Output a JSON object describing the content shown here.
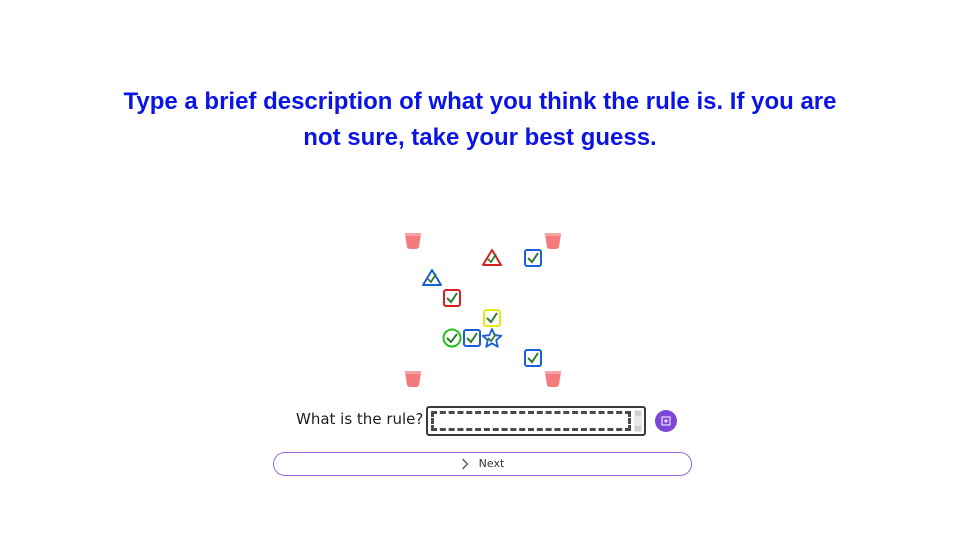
{
  "instruction": {
    "line1": "Type a brief description of what you think the rule is. If you are",
    "line2": "not sure, take your best guess."
  },
  "colors": {
    "instruction": "#0a14e6",
    "bucket": "#f47b7b",
    "accent": "#7d46d6",
    "red": "#d62020",
    "blue": "#1a5fd6",
    "green": "#22c21e",
    "yellow": "#e8e816",
    "olive_green": "#2e7d32"
  },
  "board": {
    "buckets": [
      {
        "name": "bucket-top-left"
      },
      {
        "name": "bucket-top-right"
      },
      {
        "name": "bucket-bottom-left"
      },
      {
        "name": "bucket-bottom-right"
      }
    ],
    "pieces": [
      {
        "shape": "triangle",
        "color": "red"
      },
      {
        "shape": "checkbox",
        "color": "blue"
      },
      {
        "shape": "triangle",
        "color": "blue"
      },
      {
        "shape": "checkbox",
        "color": "red"
      },
      {
        "shape": "checkbox",
        "color": "yellow"
      },
      {
        "shape": "circle",
        "color": "green"
      },
      {
        "shape": "checkbox",
        "color": "blue"
      },
      {
        "shape": "star",
        "color": "blue"
      },
      {
        "shape": "checkbox",
        "color": "blue"
      }
    ]
  },
  "rule": {
    "label": "What is the rule?",
    "value": "",
    "submit_icon": "submit-icon"
  },
  "next": {
    "label": "Next",
    "icon": "chevron-right-icon"
  }
}
